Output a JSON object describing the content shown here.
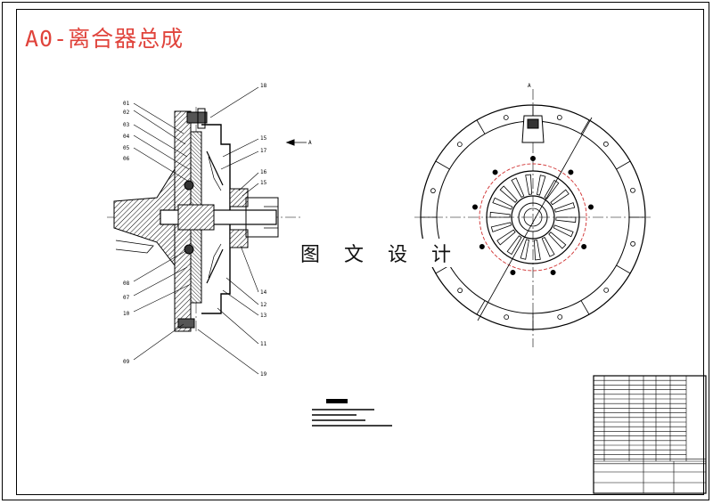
{
  "drawing": {
    "title": "A0-离合器总成",
    "watermark": "图 文 设 计",
    "section_marker": "A"
  },
  "callouts_left": [
    "01",
    "02",
    "03",
    "04",
    "05",
    "06"
  ],
  "callouts_left_lower": [
    "08",
    "07",
    "10",
    "09"
  ],
  "callouts_right": [
    "18",
    "15",
    "17",
    "16",
    "15",
    "14",
    "12",
    "13",
    "11",
    "19"
  ],
  "colors": {
    "title": "#e0443c",
    "bolt_circle": "#d03030",
    "line": "#000000"
  }
}
